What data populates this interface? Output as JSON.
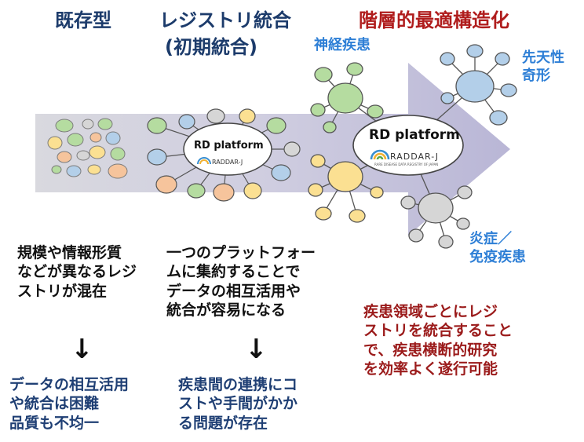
{
  "headings": {
    "existing": "既存型",
    "integration": "レジストリ統合",
    "integration_sub": "(初期統合)",
    "optimized": "階層的最適構造化"
  },
  "categories": {
    "neuro": "神経疾患",
    "congenital": "先天性\n奇形",
    "inflammation": "炎症／\n免疫疾患"
  },
  "platform": {
    "name": "RD platform",
    "logo": "RADDAR-J",
    "logo_sub": "RARE DISEASE DATA REGISTRY OF JAPAN"
  },
  "descriptions": {
    "existing": "規模や情報形質\nなどが異なるレジ\nストリが混在",
    "integration": "一つのプラットフォー\nムに集約することで\nデータの相互活用や\n統合が容易になる",
    "optimized": "疾患領域ごとにレジ\nストリを統合すること\nで、疾患横断的研究\nを効率よく遂行可能"
  },
  "issues": {
    "existing": "データの相互活用\nや統合は困難\n品質も不均一",
    "integration": "疾患間の連携にコ\nストや手間がかか\nる問題が存在"
  },
  "arrow_glyph": "↓",
  "colors": {
    "heading_dark": "#1c3b6b",
    "heading_red": "#b01d1d",
    "category_blue": "#2e7fd6",
    "green": "#b5dca0",
    "blue": "#b3cfe9",
    "orange": "#f6c49c",
    "yellow": "#fbe092",
    "grey": "#d6d6d6",
    "arrow": "#c8c7de"
  }
}
